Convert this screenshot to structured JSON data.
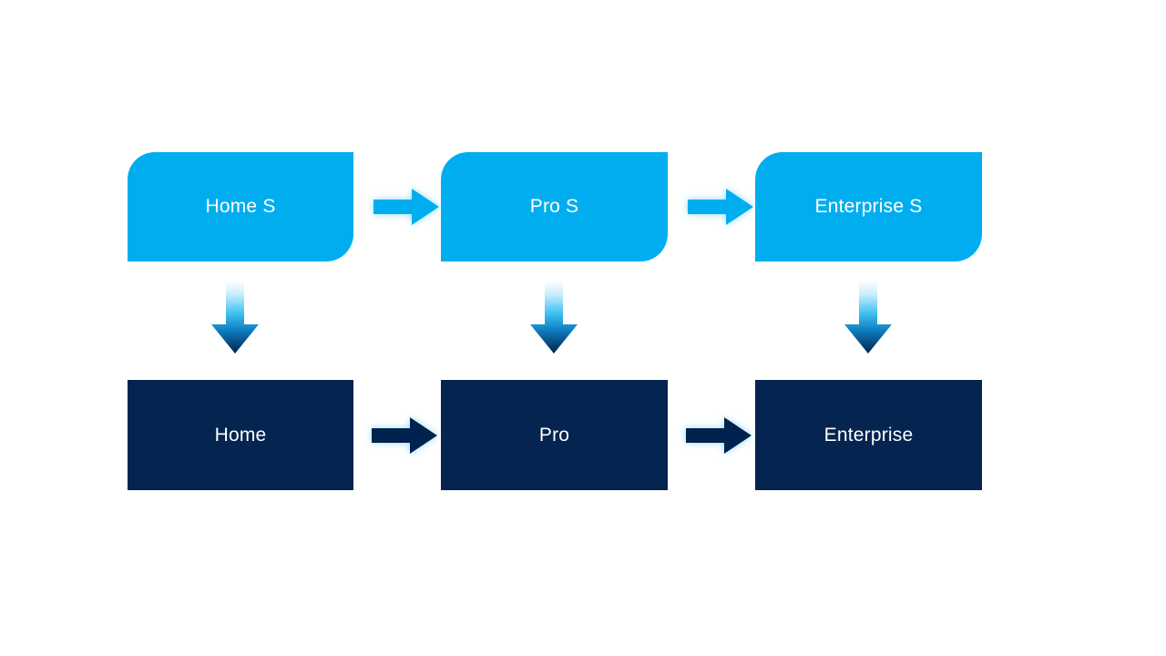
{
  "diagram": {
    "title": "Tier progression diagram",
    "background_color": "#ffffff",
    "colors": {
      "tier_s_fill": "#00aeef",
      "tier_base_fill": "#052450",
      "label_text": "#ffffff",
      "arrow_h_top_fill": "#00aeef",
      "arrow_h_bottom_fill": "#052450",
      "arrow_v_gradient_start": "#ffffff",
      "arrow_v_gradient_mid": "#35bdf2",
      "arrow_v_gradient_end": "#052450"
    },
    "rows": [
      {
        "name": "premium-tier-row",
        "nodes": [
          {
            "id": "home-s",
            "label": "Home S"
          },
          {
            "id": "pro-s",
            "label": "Pro S"
          },
          {
            "id": "enterprise-s",
            "label": "Enterprise S"
          }
        ],
        "connectors": [
          {
            "id": "home-s-to-pro-s",
            "direction": "right"
          },
          {
            "id": "pro-s-to-enterprise-s",
            "direction": "right"
          }
        ]
      },
      {
        "name": "standard-tier-row",
        "nodes": [
          {
            "id": "home",
            "label": "Home"
          },
          {
            "id": "pro",
            "label": "Pro"
          },
          {
            "id": "enterprise",
            "label": "Enterprise"
          }
        ],
        "connectors": [
          {
            "id": "home-to-pro",
            "direction": "right"
          },
          {
            "id": "pro-to-enterprise",
            "direction": "right"
          }
        ]
      }
    ],
    "vertical_connectors": [
      {
        "id": "home-s-to-home",
        "direction": "down"
      },
      {
        "id": "pro-s-to-pro",
        "direction": "down"
      },
      {
        "id": "enterprise-s-to-enterprise",
        "direction": "down"
      }
    ]
  }
}
